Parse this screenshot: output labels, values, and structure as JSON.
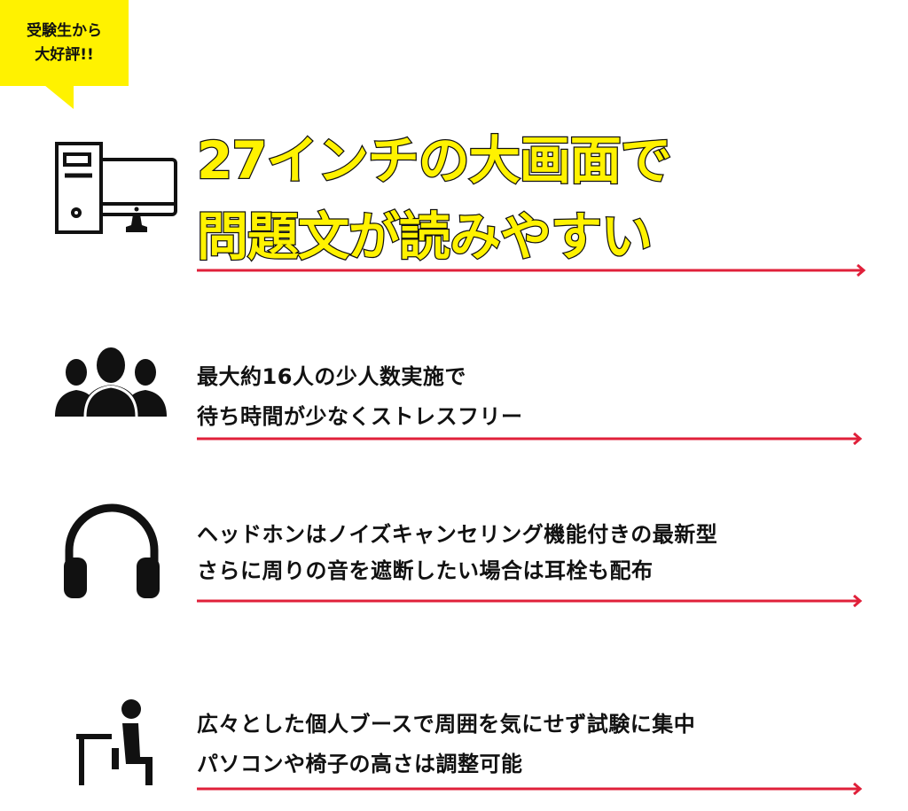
{
  "badge": {
    "line1": "受験生から",
    "line2": "大好評!!"
  },
  "headline": {
    "line1": "27インチの大画面で",
    "line2": "問題文が読みやすい"
  },
  "features": [
    {
      "line1": "最大約16人の少人数実施で",
      "line2": "待ち時間が少なくストレスフリー",
      "icon": "people-icon"
    },
    {
      "line1": "ヘッドホンはノイズキャンセリング機能付きの最新型",
      "line2": "さらに周りの音を遮断したい場合は耳栓も配布",
      "icon": "headphones-icon"
    },
    {
      "line1": "広々とした個人ブースで周囲を気にせず試験に集中",
      "line2": "パソコンや椅子の高さは調整可能",
      "icon": "seated-person-icon"
    }
  ],
  "colors": {
    "yellow": "#fff200",
    "red": "#e0203a"
  }
}
